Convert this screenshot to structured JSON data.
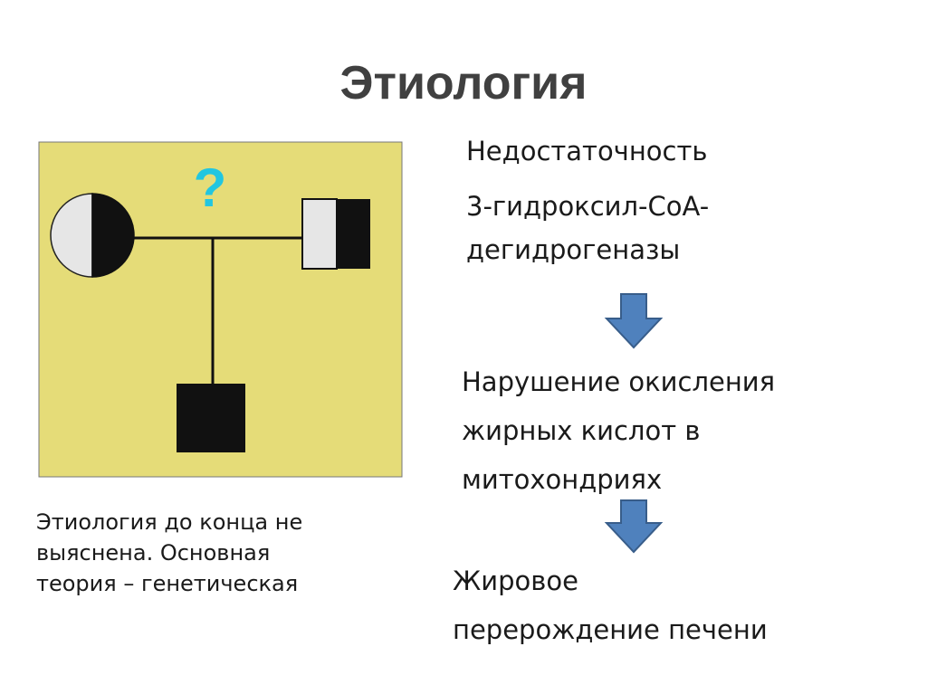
{
  "title": "Этиология",
  "pedigree": {
    "unknown_mark": "?",
    "colors": {
      "background": "#e5dc78",
      "affected": "#111111",
      "unaffected": "#e6e6e6",
      "question": "#22c6e0"
    }
  },
  "caption": [
    "Этиология до конца не",
    "выяснена. Основная",
    "теория – генетическая"
  ],
  "flow": {
    "step1": [
      "Недостаточность",
      "3-гидроксил-CoA-",
      "дегидрогеназы"
    ],
    "step2": [
      "Нарушение окисления",
      "жирных кислот в",
      "митохондриях"
    ],
    "step3": [
      "Жировое",
      "перерождение печени"
    ],
    "arrow_color": "#4f81bd"
  }
}
